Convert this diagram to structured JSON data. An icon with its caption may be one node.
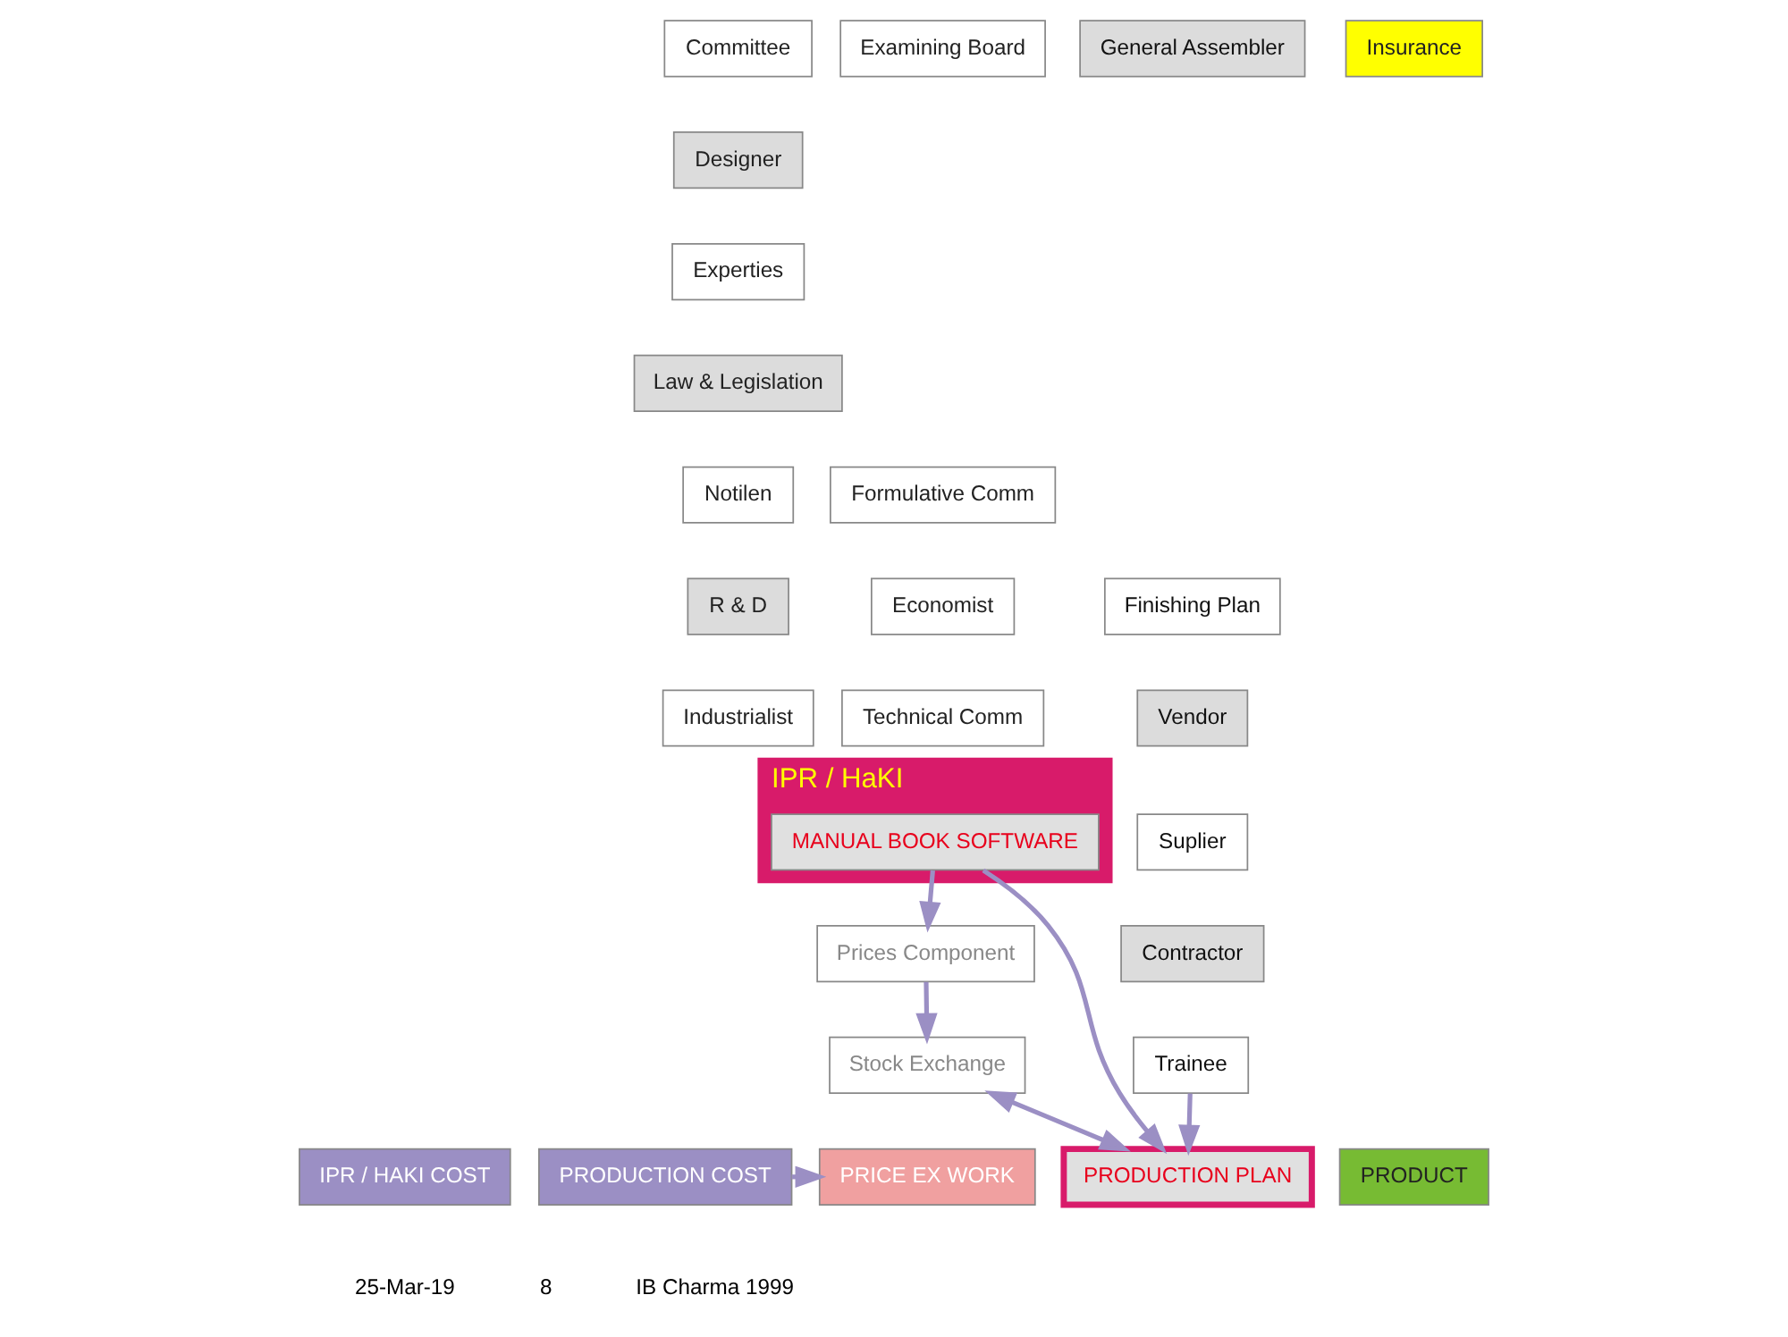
{
  "diagram": {
    "nodes": [
      {
        "text": [
          "Committee"
        ]
      },
      {
        "text": [
          "Designer"
        ]
      },
      {
        "text": [
          "Experties"
        ]
      },
      {
        "text": [
          "Law & Legislation"
        ]
      },
      {
        "text": [
          "Notilen"
        ]
      },
      {
        "text": [
          "R & D"
        ]
      },
      {
        "text": [
          "Industrialist"
        ]
      },
      {
        "text": [
          "Examining Board"
        ]
      },
      {
        "text": [
          "Formulative Comm"
        ]
      },
      {
        "text": [
          "Economist"
        ]
      },
      {
        "text": [
          "Technical Comm"
        ]
      },
      {
        "text": [
          "Insurance"
        ]
      },
      {
        "text": [
          "General Assembler"
        ]
      },
      {
        "text": [
          "Finishing Plan"
        ]
      },
      {
        "text": [
          "Vendor"
        ]
      },
      {
        "text": [
          "Suplier"
        ]
      },
      {
        "text": [
          "Contractor"
        ]
      },
      {
        "text": [
          "Trainee"
        ]
      },
      {
        "text": [
          "IPR / HaKI"
        ]
      },
      {
        "text": [
          "MANUAL BOOK SOFTWARE"
        ],
        "in": 18
      },
      {
        "text": [
          "PRODUCTION PLAN"
        ]
      },
      {
        "text": [
          "PRODUCT"
        ]
      },
      {
        "text": [
          "Prices Component"
        ]
      },
      {
        "text": [
          "Stock Exchange"
        ]
      },
      {
        "text": [
          "IPR / HAKI COST"
        ]
      },
      {
        "text": [
          "PRODUCTION COST"
        ]
      },
      {
        "text": [
          "PRICE EX WORK"
        ]
      }
    ],
    "edges": [
      {
        "from": 19,
        "to": 20,
        "arrow": "to"
      },
      {
        "from": 17,
        "to": 20,
        "arrow": "to"
      },
      {
        "from": 19,
        "to": 22,
        "arrow": "to"
      },
      {
        "from": 22,
        "to": 23,
        "arrow": "to"
      },
      {
        "from": 23,
        "to": 20,
        "arrow": "both"
      },
      {
        "from": 25,
        "to": 26,
        "arrow": "to"
      }
    ],
    "labels": [
      "25-Mar-19",
      "8",
      "IB Charma 1999"
    ]
  }
}
